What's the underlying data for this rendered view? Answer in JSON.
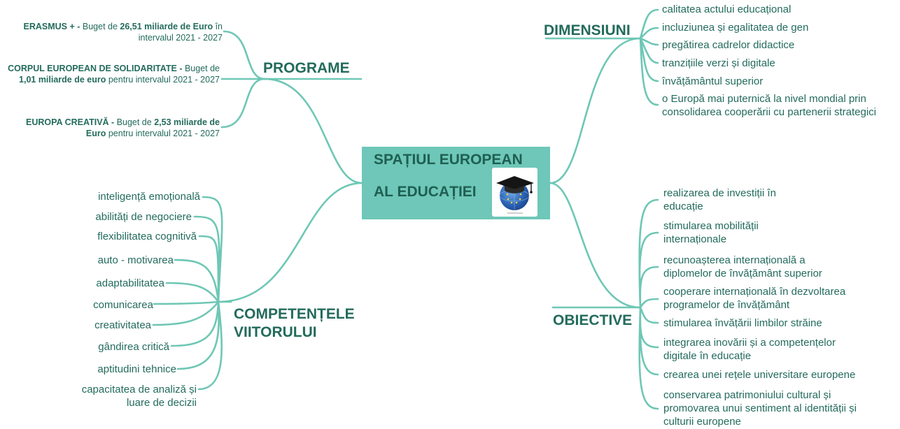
{
  "center": {
    "line1": "SPAȚIUL EUROPEAN",
    "line2": "AL EDUCAȚIEI",
    "image_icon": "graduation-cap-globe"
  },
  "branches": {
    "programe": "PROGRAME",
    "dimensiuni": "DIMENSIUNI",
    "competente": "COMPETENȚELE VIITORULUI",
    "obiective": "OBIECTIVE"
  },
  "programe": [
    {
      "name": "ERASMUS +",
      "sep": " - ",
      "text1": "Buget de ",
      "amount": "26,51 miliarde de Euro",
      "text2": " în intervalul 2021 - 2027"
    },
    {
      "name": "CORPUL EUROPEAN DE SOLIDARITATE",
      "sep": " - ",
      "text1": "Buget de ",
      "amount": "1,01 miliarde de euro",
      "text2": " pentru intervalul 2021 - 2027"
    },
    {
      "name": "EUROPA CREATIVĂ",
      "sep": " - ",
      "text1": "Buget de ",
      "amount": "2,53 miliarde de Euro",
      "text2": " pentru intervalul 2021 - 2027"
    }
  ],
  "dimensiuni": [
    "calitatea actului educațional",
    "incluziunea și egalitatea de gen",
    "pregătirea cadrelor didactice",
    "tranzițiile verzi și digitale",
    "învățământul superior",
    "o Europă mai puternică la nivel mondial prin consolidarea cooperării cu partenerii strategici"
  ],
  "competente": [
    "inteligență emoțională",
    "abilități de negociere",
    "flexibilitatea cognitivă",
    "auto - motivarea",
    "adaptabilitatea",
    "comunicarea",
    "creativitatea",
    "gândirea critică",
    "aptitudini tehnice",
    "capacitatea de analiză și luare de decizii"
  ],
  "obiective": [
    "realizarea de investiții în educație",
    "stimularea mobilității internaționale",
    "recunoașterea internațională a diplomelor de învățământ superior",
    "cooperare internațională în dezvoltarea programelor de învățământ",
    "stimularea învățării limbilor străine",
    "integrarea inovării și a competențelor digitale în educație",
    "crearea unei rețele universitare europene",
    "conservarea patrimoniului cultural și promovarea unui sentiment al identității și culturii europene"
  ],
  "colors": {
    "node_fill": "#6ec7b8",
    "connector": "#6ec7b5",
    "text": "#236b5c"
  }
}
